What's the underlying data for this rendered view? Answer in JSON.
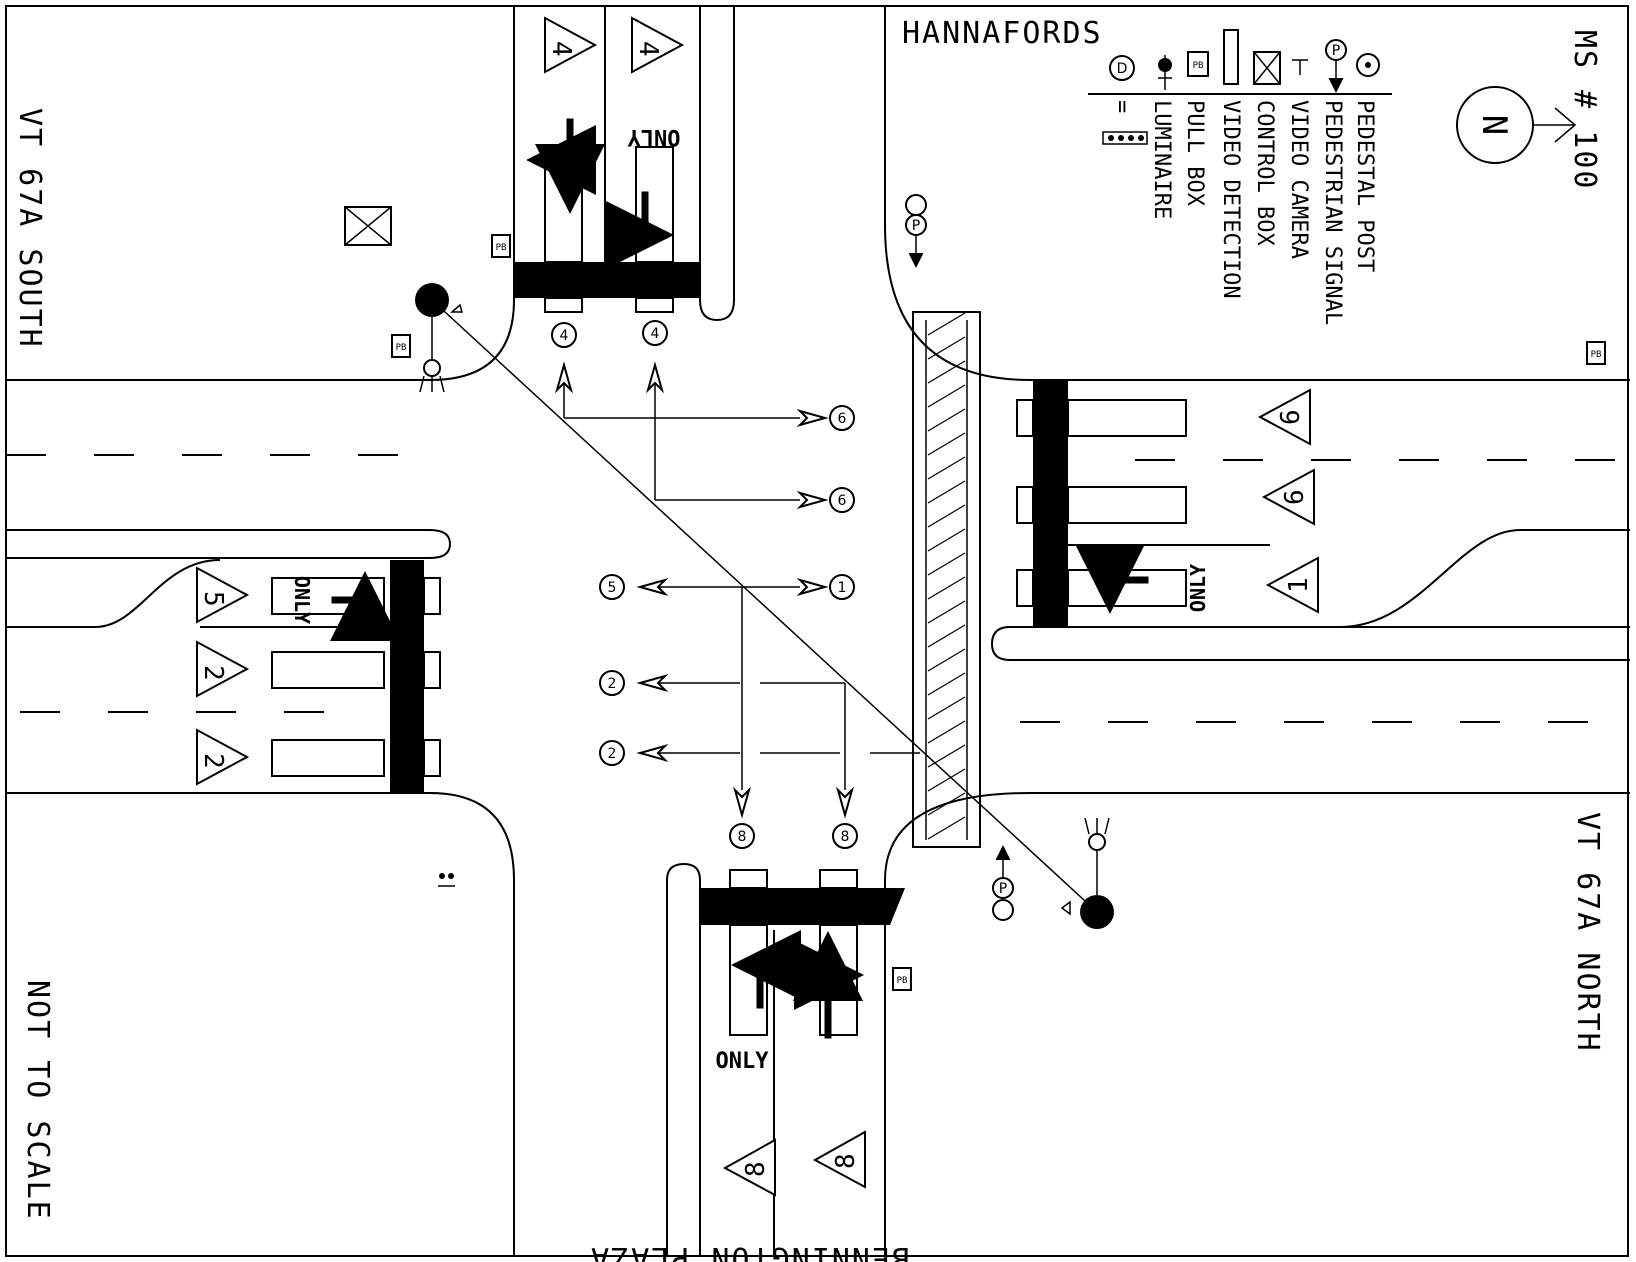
{
  "labels": {
    "north_label": "MS # 100",
    "north_letter": "N",
    "top_business": "HANNAFORDS",
    "bottom_business": "BENNINGTON PLAZA",
    "left_road": "VT 67A SOUTH",
    "right_road": "VT 67A NORTH",
    "scale_note": "NOT TO SCALE"
  },
  "legend": [
    {
      "symbol": "pedestal-post",
      "label": "PEDESTAL POST"
    },
    {
      "symbol": "pedestrian-signal",
      "label": "PEDESTRIAN SIGNAL"
    },
    {
      "symbol": "video-camera",
      "label": "VIDEO CAMERA"
    },
    {
      "symbol": "control-box",
      "label": "CONTROL BOX"
    },
    {
      "symbol": "video-detection",
      "label": "VIDEO DETECTION"
    },
    {
      "symbol": "pull-box",
      "label": "PULL BOX"
    },
    {
      "symbol": "luminaire",
      "label": "LUMINAIRE"
    }
  ],
  "legend_extra": "=",
  "symbols": {
    "pull_box": "PB",
    "only": "ONLY",
    "ped_marker": "P",
    "detector": "D"
  },
  "phases": {
    "north_approach": [
      "4",
      "4"
    ],
    "east_approach": [
      "6",
      "6",
      "1"
    ],
    "west_approach": [
      "5",
      "2",
      "2"
    ],
    "south_approach": [
      "8",
      "8"
    ],
    "heads_top": [
      "4",
      "4"
    ],
    "heads_right": [
      "6",
      "6"
    ],
    "heads_mid_right": "1",
    "heads_mid_left": "5",
    "heads_left": [
      "2",
      "2"
    ],
    "heads_bottom": [
      "8",
      "8"
    ]
  }
}
